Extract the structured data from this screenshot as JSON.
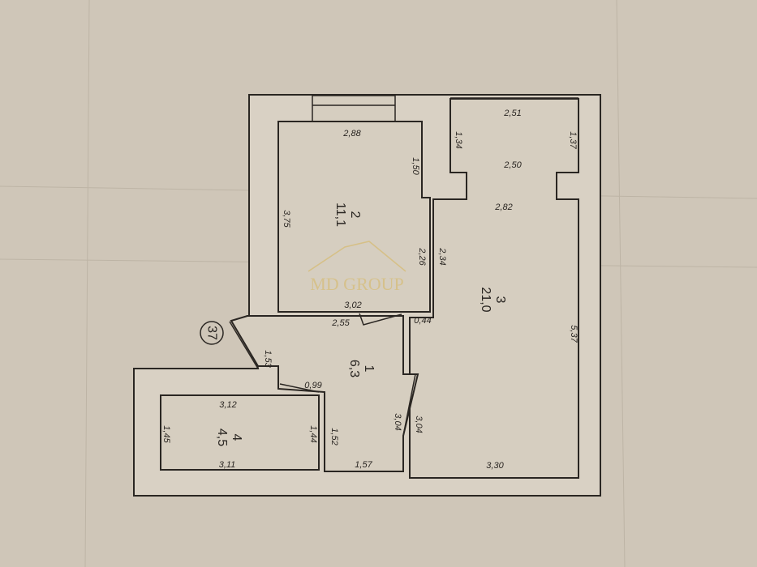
{
  "plan_number": "37",
  "watermark": "MD GROUP",
  "rooms": [
    {
      "number": "1",
      "area": "6,3"
    },
    {
      "number": "2",
      "area": "11,1"
    },
    {
      "number": "3",
      "area": "21,0"
    },
    {
      "number": "4",
      "area": "4,5"
    }
  ],
  "dimensions": {
    "r2_top": "2,88",
    "r2_right_upper": "1,50",
    "r2_left": "3,75",
    "r2_right_lower": "2,26",
    "r2_bottom": "3,02",
    "r3_top": "2,51",
    "r3_left_upper": "1,34",
    "r3_right_upper": "1,37",
    "r3_mid": "2,50",
    "r3_width": "2,82",
    "r3_left": "2,34",
    "r3_right": "5,37",
    "r3_bottom": "3,30",
    "r3_left_lower": "3,04",
    "r1_top": "2,55",
    "r1_top_right": "0,44",
    "r1_left": "1,53",
    "r1_door": "0,99",
    "r1_lower_left": "1,52",
    "r1_right": "3,04",
    "r1_bottom": "1,57",
    "r4_top": "3,12",
    "r4_left": "1,45",
    "r4_right": "1,44",
    "r4_bottom": "3,11"
  }
}
